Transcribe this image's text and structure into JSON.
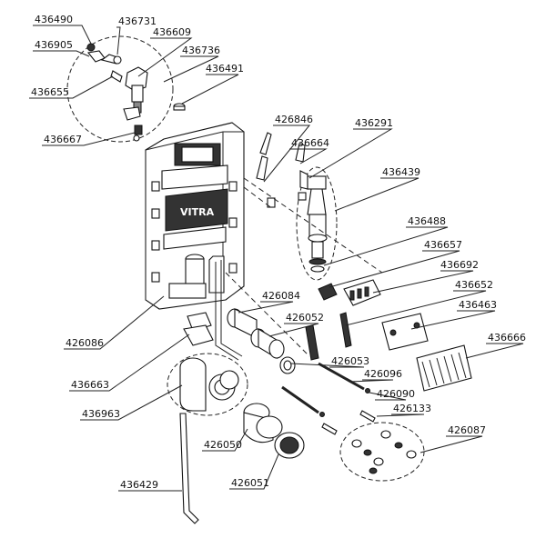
{
  "diagram": {
    "brand_text": "VITRA",
    "labels": [
      {
        "id": "p436490",
        "text": "436490"
      },
      {
        "id": "p436731",
        "text": "436731"
      },
      {
        "id": "p436905",
        "text": "436905"
      },
      {
        "id": "p436609",
        "text": "436609"
      },
      {
        "id": "p436736",
        "text": "436736"
      },
      {
        "id": "p436491",
        "text": "436491"
      },
      {
        "id": "p436655",
        "text": "436655"
      },
      {
        "id": "p426846",
        "text": "426846"
      },
      {
        "id": "p436291",
        "text": "436291"
      },
      {
        "id": "p436667",
        "text": "436667"
      },
      {
        "id": "p436664",
        "text": "436664"
      },
      {
        "id": "p436439",
        "text": "436439"
      },
      {
        "id": "p436488",
        "text": "436488"
      },
      {
        "id": "p436657",
        "text": "436657"
      },
      {
        "id": "p436692",
        "text": "436692"
      },
      {
        "id": "p426084",
        "text": "426084"
      },
      {
        "id": "p436652",
        "text": "436652"
      },
      {
        "id": "p426052",
        "text": "426052"
      },
      {
        "id": "p436463",
        "text": "436463"
      },
      {
        "id": "p426086",
        "text": "426086"
      },
      {
        "id": "p436666",
        "text": "436666"
      },
      {
        "id": "p426053",
        "text": "426053"
      },
      {
        "id": "p436663",
        "text": "436663"
      },
      {
        "id": "p426096",
        "text": "426096"
      },
      {
        "id": "p426090",
        "text": "426090"
      },
      {
        "id": "p426133",
        "text": "426133"
      },
      {
        "id": "p436963",
        "text": "436963"
      },
      {
        "id": "p426087",
        "text": "426087"
      },
      {
        "id": "p426050",
        "text": "426050"
      },
      {
        "id": "p426051",
        "text": "426051"
      },
      {
        "id": "p436429",
        "text": "436429"
      }
    ]
  }
}
